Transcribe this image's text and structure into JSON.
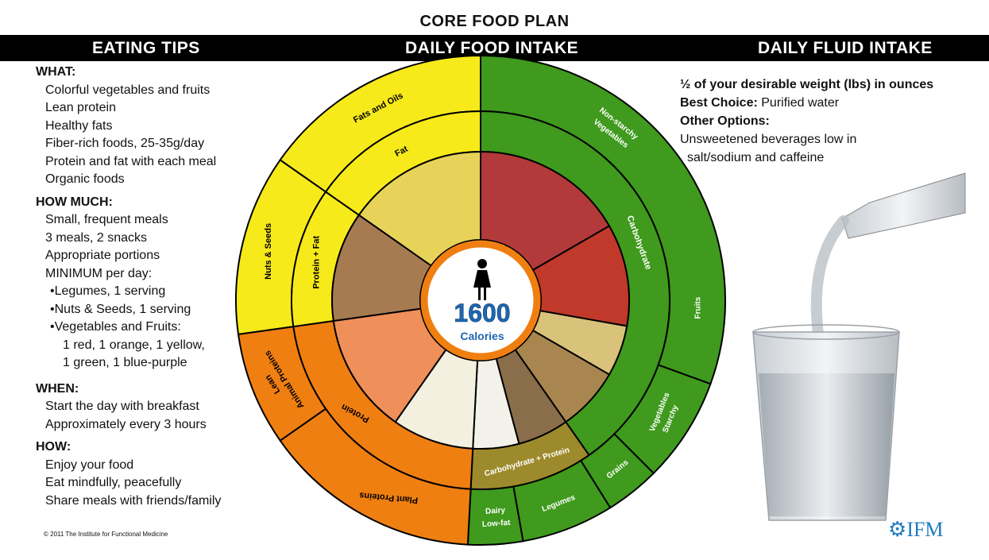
{
  "title": "CORE FOOD PLAN",
  "headers": {
    "eating_tips": "EATING TIPS",
    "daily_food": "DAILY FOOD INTAKE",
    "daily_fluid": "DAILY FLUID INTAKE"
  },
  "tips": {
    "what_h": "WHAT:",
    "what": [
      "Colorful vegetables and fruits",
      "Lean protein",
      "Healthy fats",
      "Fiber-rich foods, 25-35g/day",
      "Protein and fat with each meal",
      "Organic foods"
    ],
    "how_much_h": "HOW MUCH:",
    "how_much": [
      "Small, frequent meals",
      "3 meals, 2 snacks",
      "Appropriate portions",
      "MINIMUM per day:"
    ],
    "minimum": [
      "Legumes, 1 serving",
      "Nuts & Seeds, 1 serving",
      "Vegetables and Fruits:"
    ],
    "colors": [
      "1 red, 1 orange, 1 yellow,",
      "1 green, 1 blue-purple"
    ],
    "when_h": "WHEN:",
    "when": [
      "Start the day with breakfast",
      "Approximately every 3 hours"
    ],
    "how_h": "HOW:",
    "how": [
      "Enjoy your food",
      "Eat mindfully, peacefully",
      "Share meals with friends/family"
    ]
  },
  "fluid": {
    "line1": "½ of your desirable weight (lbs) in ounces",
    "best_label": "Best Choice:",
    "best_value": "Purified water",
    "other_label": "Other Options:",
    "other_1": "Unsweetened beverages low in",
    "other_2": "salt/sodium and caffeine"
  },
  "wheel": {
    "center_number": "1600",
    "center_label": "Calories",
    "inner": {
      "fat": "Fat",
      "protein_fat": "Protein + Fat",
      "protein": "Protein",
      "carbohydrate": "Carbohydrate",
      "carb_protein": "Carbohydrate + Protein"
    },
    "outer": {
      "fats_oils": "Fats and Oils",
      "nuts_seeds": "Nuts & Seeds",
      "lean_animal_1": "Lean",
      "lean_animal_2": "Animal Proteins",
      "plant_proteins": "Plant Proteins",
      "lowfat_1": "Low-fat",
      "lowfat_2": "Dairy",
      "legumes": "Legumes",
      "grains": "Grains",
      "starchy_1": "Starchy",
      "starchy_2": "Vegetables",
      "fruits": "Fruits",
      "nonstarchy_1": "Non-starchy",
      "nonstarchy_2": "Vegetables"
    },
    "colors": {
      "yellow": "#f7ea1a",
      "orange": "#f07f11",
      "green": "#3f9a1d",
      "olive": "#9d8a2c",
      "accent_blue": "#1f67b0"
    }
  },
  "footer": {
    "copyright": "© 2011 The Institute for Functional Medicine",
    "logo": "IFM"
  }
}
